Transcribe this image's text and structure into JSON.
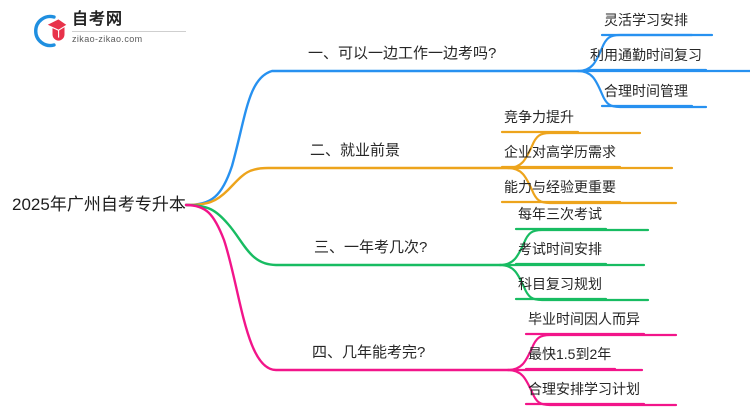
{
  "logo": {
    "mark_name": "zikao-logo-mark",
    "cn_name": "自考网",
    "url": "zikao-zikao.com",
    "arc_color": "#1f8fe0",
    "cap_color": "#e8324a"
  },
  "mindmap": {
    "root": {
      "label": "2025年广州自考专升本"
    },
    "branches": [
      {
        "id": "branch-1",
        "label": "一、可以一边工作一边考吗?",
        "color": "#2791f0",
        "leaves": [
          {
            "label": "灵活学习安排"
          },
          {
            "label": "利用通勤时间复习"
          },
          {
            "label": "合理时间管理"
          }
        ]
      },
      {
        "id": "branch-2",
        "label": "二、就业前景",
        "color": "#eda41c",
        "leaves": [
          {
            "label": "竞争力提升"
          },
          {
            "label": "企业对高学历需求"
          },
          {
            "label": "能力与经验更重要"
          }
        ]
      },
      {
        "id": "branch-3",
        "label": "三、一年考几次?",
        "color": "#18bc62",
        "leaves": [
          {
            "label": "每年三次考试"
          },
          {
            "label": "考试时间安排"
          },
          {
            "label": "科目复习规划"
          }
        ]
      },
      {
        "id": "branch-4",
        "label": "四、几年能考完?",
        "color": "#f2158a",
        "leaves": [
          {
            "label": "毕业时间因人而异"
          },
          {
            "label": "最快1.5到2年"
          },
          {
            "label": "合理安排学习计划"
          }
        ]
      }
    ]
  }
}
